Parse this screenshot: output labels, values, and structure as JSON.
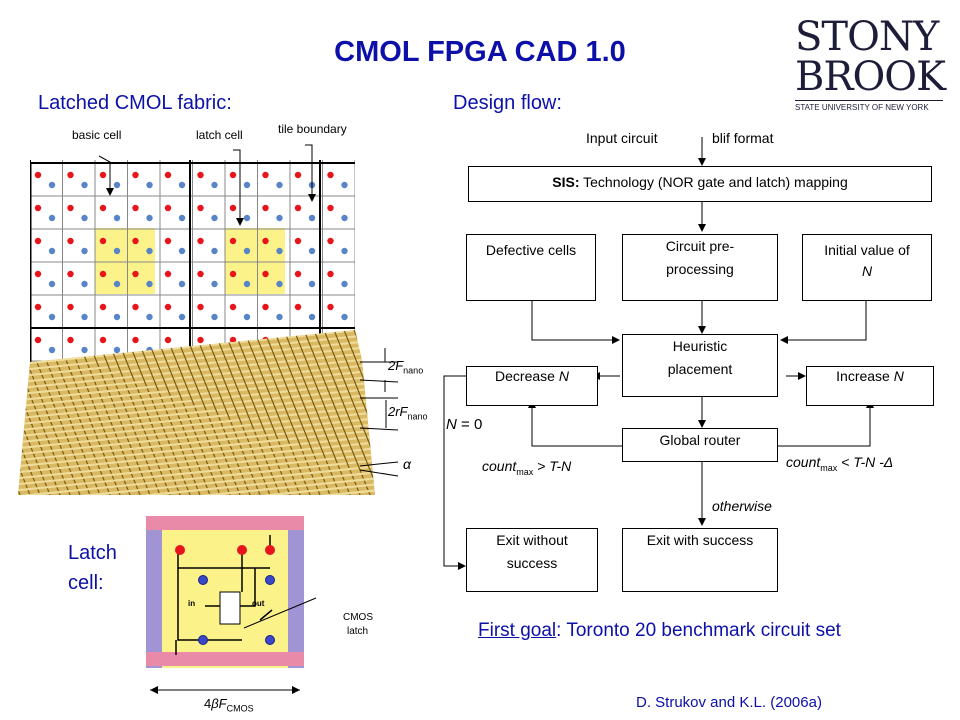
{
  "title": "CMOL FPGA CAD 1.0",
  "logo": {
    "line1": "STONY",
    "line2": "BROOK",
    "subtitle": "STATE UNIVERSITY OF NEW YORK"
  },
  "left": {
    "heading": "Latched CMOL fabric:",
    "labels": {
      "basic_cell": "basic cell",
      "latch_cell": "latch cell",
      "tile_boundary": "tile boundary"
    },
    "latch_heading_1": "Latch",
    "latch_heading_2": "cell:",
    "cmos_latch_1": "CMOS",
    "cmos_latch_2": "latch",
    "in": "in",
    "out": "out"
  },
  "right": {
    "heading": "Design flow:",
    "input_circuit": "Input circuit",
    "blif_format": "blif format",
    "sis_bold": "SIS:",
    "sis_rest": " Technology (NOR gate and latch) mapping",
    "defective": "Defective cells",
    "preproc_1": "Circuit pre-",
    "preproc_2": "processing",
    "initial_1": "Initial value of",
    "initial_2": "N",
    "heuristic_1": "Heuristic",
    "heuristic_2": "placement",
    "decrease": "Decrease ",
    "increase": "Increase ",
    "n_eq": " = 0",
    "global_router": "Global router",
    "count": "count",
    "max": "max",
    "gt_cond": " > T-N",
    "lt_cond": " < T-N -Δ",
    "otherwise": "otherwise",
    "exit_fail_1": "Exit without",
    "exit_fail_2": "success",
    "exit_ok": "Exit with success",
    "goal_link": "First goal",
    "goal_rest": ": Toronto 20 benchmark circuit set"
  },
  "citation": "D. Strukov and K.L. (2006a)",
  "colors": {
    "title": "#0c10a8",
    "grid_highlight": "#fbf38a",
    "red_dot": "#e8141c",
    "blue_dot": "#5a84c8",
    "nanowire": "#c8a44a",
    "pink": "#e88aa8",
    "purple": "#a094d4"
  }
}
